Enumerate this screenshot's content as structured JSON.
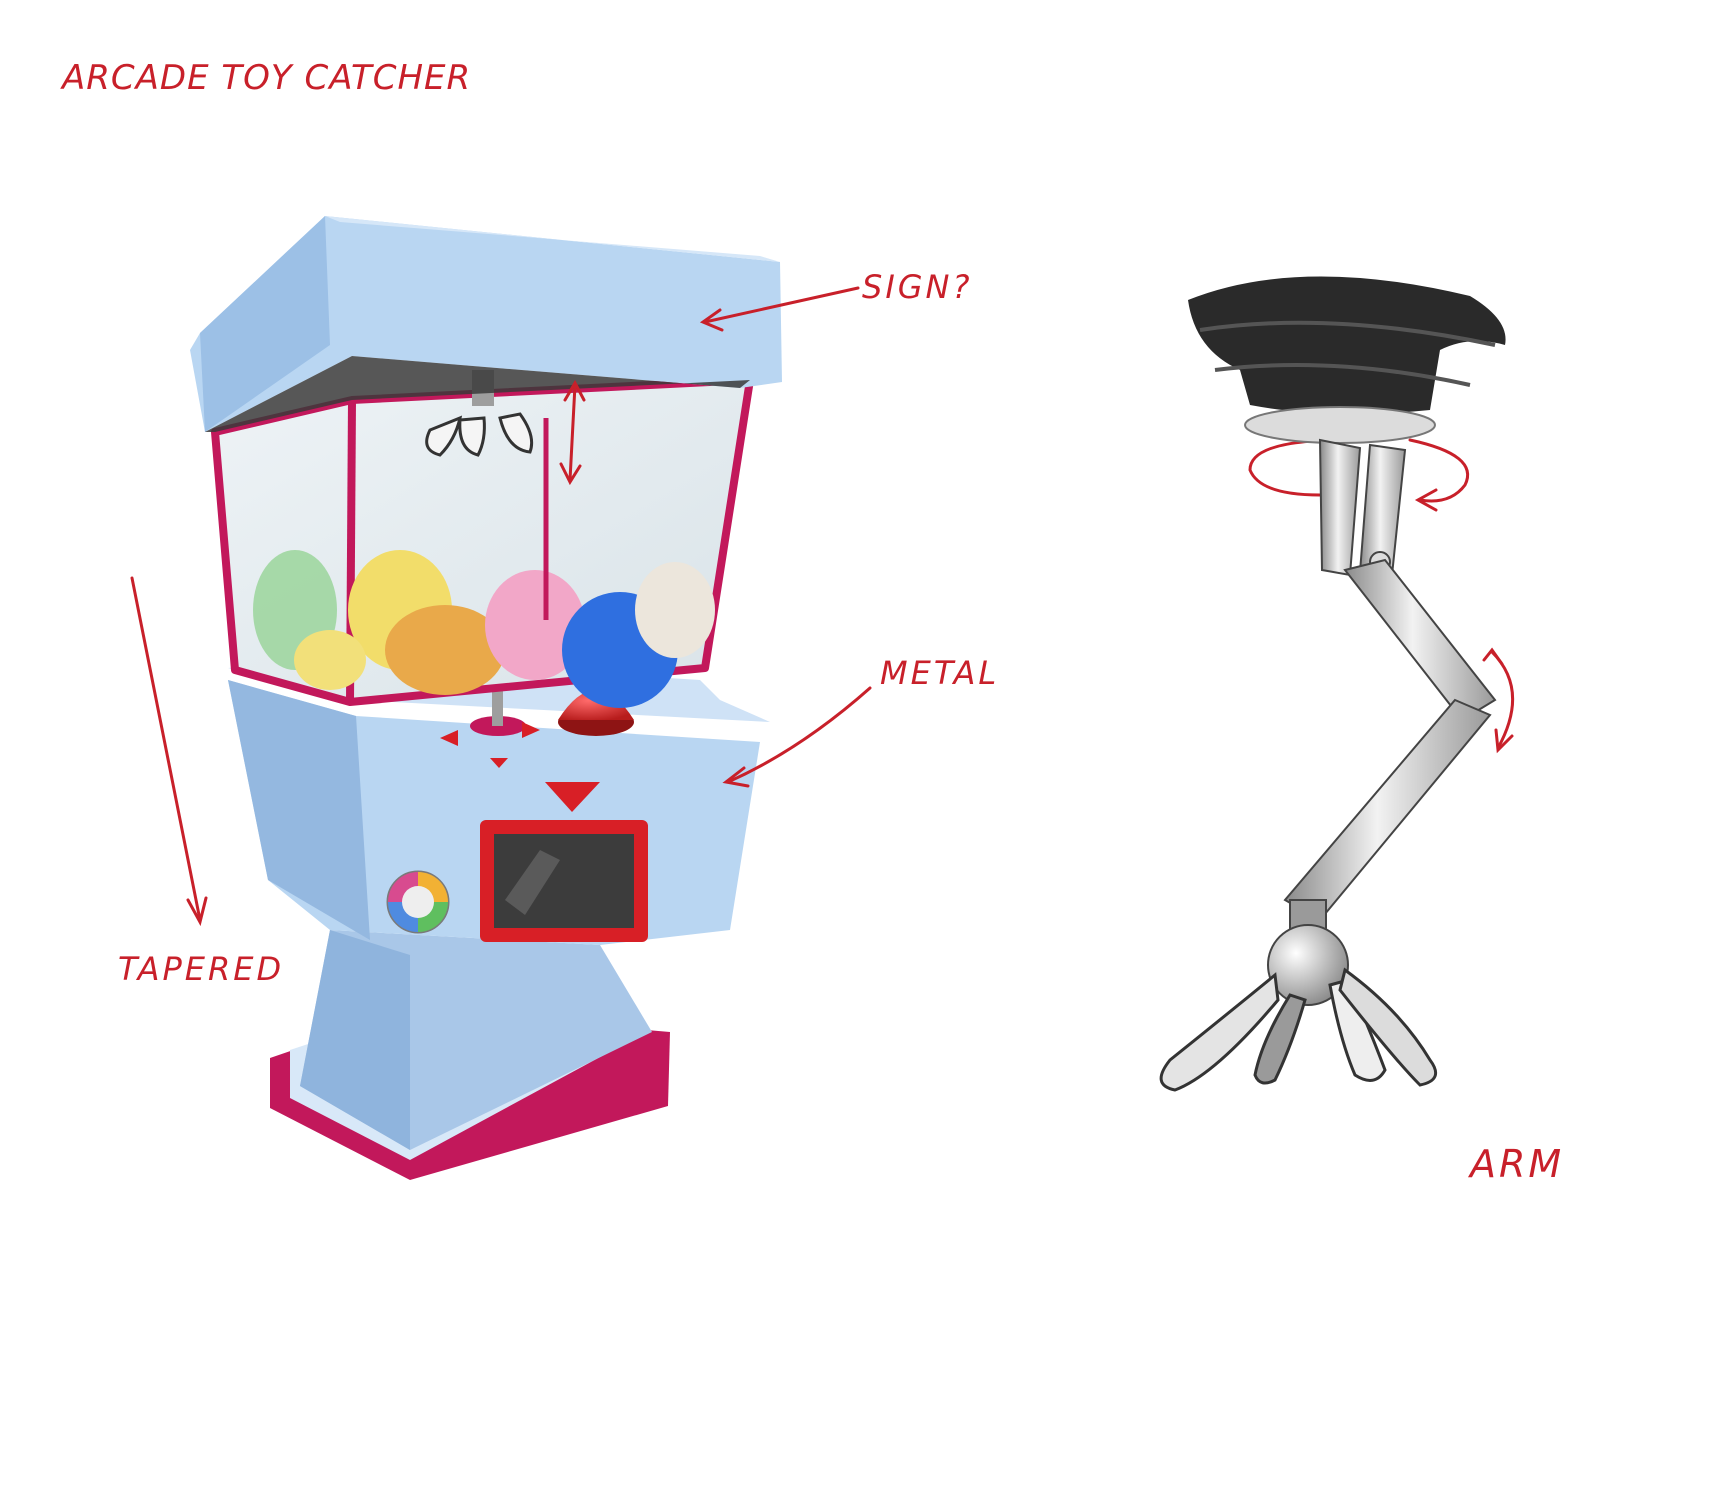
{
  "title": "ARCADE TOY CATCHER",
  "annotations": {
    "sign": "SIGN?",
    "metal": "METAL",
    "tapered": "TAPERED",
    "arm": "ARM"
  },
  "colors": {
    "ink_red": "#c8202a",
    "cabinet_blue": "#b9d6f2",
    "trim_magenta": "#c2185b",
    "button_red": "#d81f26",
    "arm_gray": "#b8b8b8",
    "base_black": "#2a2a2a"
  }
}
